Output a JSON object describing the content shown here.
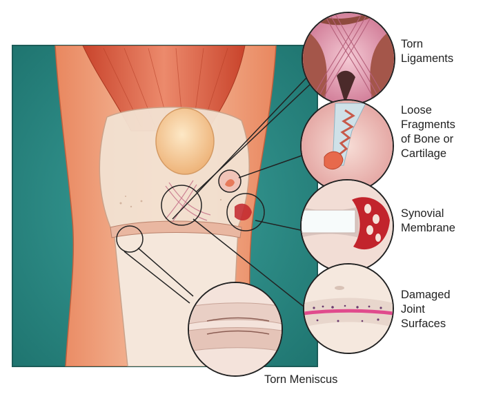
{
  "labels": {
    "torn_ligaments": "Torn\nLigaments",
    "loose_fragments": "Loose\nFragments\nof Bone or\nCartilage",
    "synovial_membrane": "Synovial\nMembrane",
    "damaged_joint_surfaces": "Damaged\nJoint\nSurfaces",
    "torn_meniscus": "Torn Meniscus"
  },
  "colors": {
    "background_teal": "#2a8a86",
    "skin": "#f1a27e",
    "muscle": "#d9573d",
    "bone": "#f6e6d3",
    "kneecap": "#f8d3a1",
    "cartilage": "#f0d9d4",
    "ligament_pink": "#e7a5b7",
    "synovial_red": "#c2242c",
    "damage_purple": "#6a3a6e",
    "line": "#222222"
  }
}
